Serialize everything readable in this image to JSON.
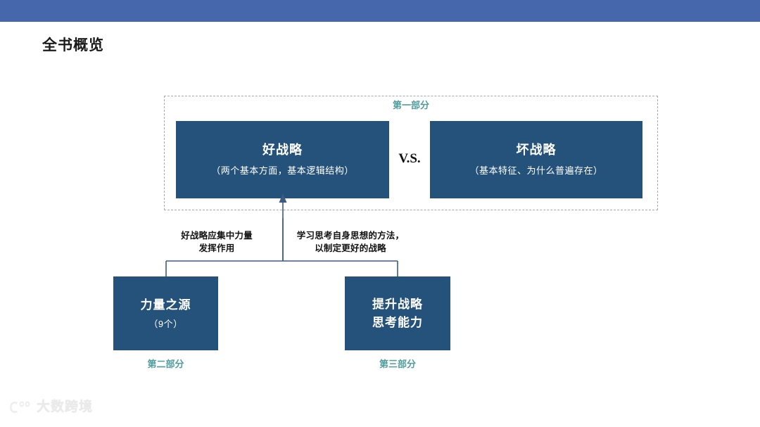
{
  "slide": {
    "title": "全书概览",
    "topbar_color": "#4667ab",
    "navy_color": "#24527a",
    "accent_color": "#4f9c9c"
  },
  "part1": {
    "label": "第一部分",
    "good": {
      "head": "好战略",
      "sub": "（两个基本方面，基本逻辑结构）"
    },
    "vs": "V.S.",
    "bad": {
      "head": "坏战略",
      "sub": "（基本特征、为什么普遍存在）"
    }
  },
  "connectors": {
    "caption_left": "好战略应集中力量\n发挥作用",
    "caption_left_line1": "好战略应集中力量",
    "caption_left_line2": "发挥作用",
    "caption_right_line1": "学习思考自身思想的方法，",
    "caption_right_line2": "以制定更好的战略"
  },
  "part2": {
    "label": "第二部分",
    "head": "力量之源",
    "sub": "（9个）"
  },
  "part3": {
    "label": "第三部分",
    "head_line1": "提升战略",
    "head_line2": "思考能力"
  },
  "watermark": {
    "text": "大数跨境",
    "logo_icon": "dashu-logo-icon"
  }
}
